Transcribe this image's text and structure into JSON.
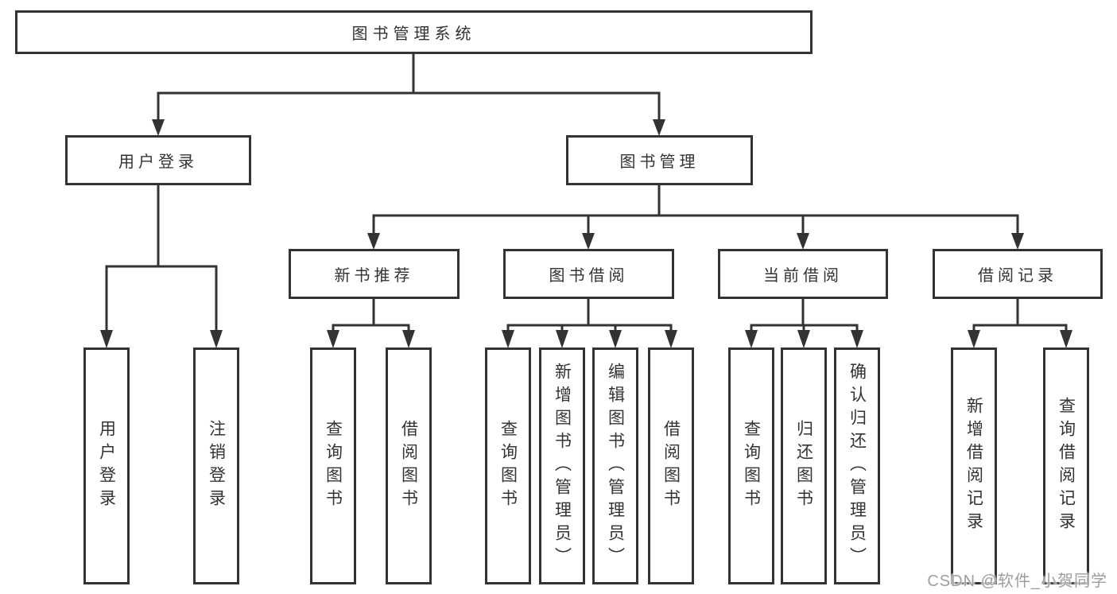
{
  "diagram_type": "function-structure-tree",
  "nodes": {
    "root": {
      "label": "图书管理系统"
    },
    "user_login": {
      "label": "用户登录"
    },
    "book_management": {
      "label": "图书管理"
    },
    "new_book_recommend": {
      "label": "新书推荐"
    },
    "book_borrowing": {
      "label": "图书借阅"
    },
    "current_borrowing": {
      "label": "当前借阅"
    },
    "borrowing_records": {
      "label": "借阅记录"
    },
    "login": {
      "label": "用户登录"
    },
    "logout": {
      "label": "注销登录"
    },
    "query_books_recommend": {
      "label": "查询图书"
    },
    "borrow_books_recommend": {
      "label": "借阅图书"
    },
    "query_books_borrowing": {
      "label": "查询图书"
    },
    "add_books_admin": {
      "label": "新增图书（管理员）"
    },
    "edit_books_admin": {
      "label": "编辑图书（管理员）"
    },
    "borrow_books_borrowing": {
      "label": "借阅图书"
    },
    "query_books_current": {
      "label": "查询图书"
    },
    "return_books": {
      "label": "归还图书"
    },
    "confirm_return_admin": {
      "label": "确认归还（管理员）"
    },
    "add_borrow_record": {
      "label": "新增借阅记录"
    },
    "query_borrow_record": {
      "label": "查询借阅记录"
    }
  },
  "hierarchy": {
    "root": [
      "user_login",
      "book_management"
    ],
    "user_login": [
      "login",
      "logout"
    ],
    "book_management": [
      "new_book_recommend",
      "book_borrowing",
      "current_borrowing",
      "borrowing_records"
    ],
    "new_book_recommend": [
      "query_books_recommend",
      "borrow_books_recommend"
    ],
    "book_borrowing": [
      "query_books_borrowing",
      "add_books_admin",
      "edit_books_admin",
      "borrow_books_borrowing"
    ],
    "current_borrowing": [
      "query_books_current",
      "return_books",
      "confirm_return_admin"
    ],
    "borrowing_records": [
      "add_borrow_record",
      "query_borrow_record"
    ]
  },
  "watermark": {
    "text": "CSDN @软件_小贺同学"
  },
  "colors": {
    "line": "#333333",
    "box_border": "#333333",
    "text": "#333333",
    "watermark": "#9e9e9e",
    "background": "#ffffff"
  }
}
